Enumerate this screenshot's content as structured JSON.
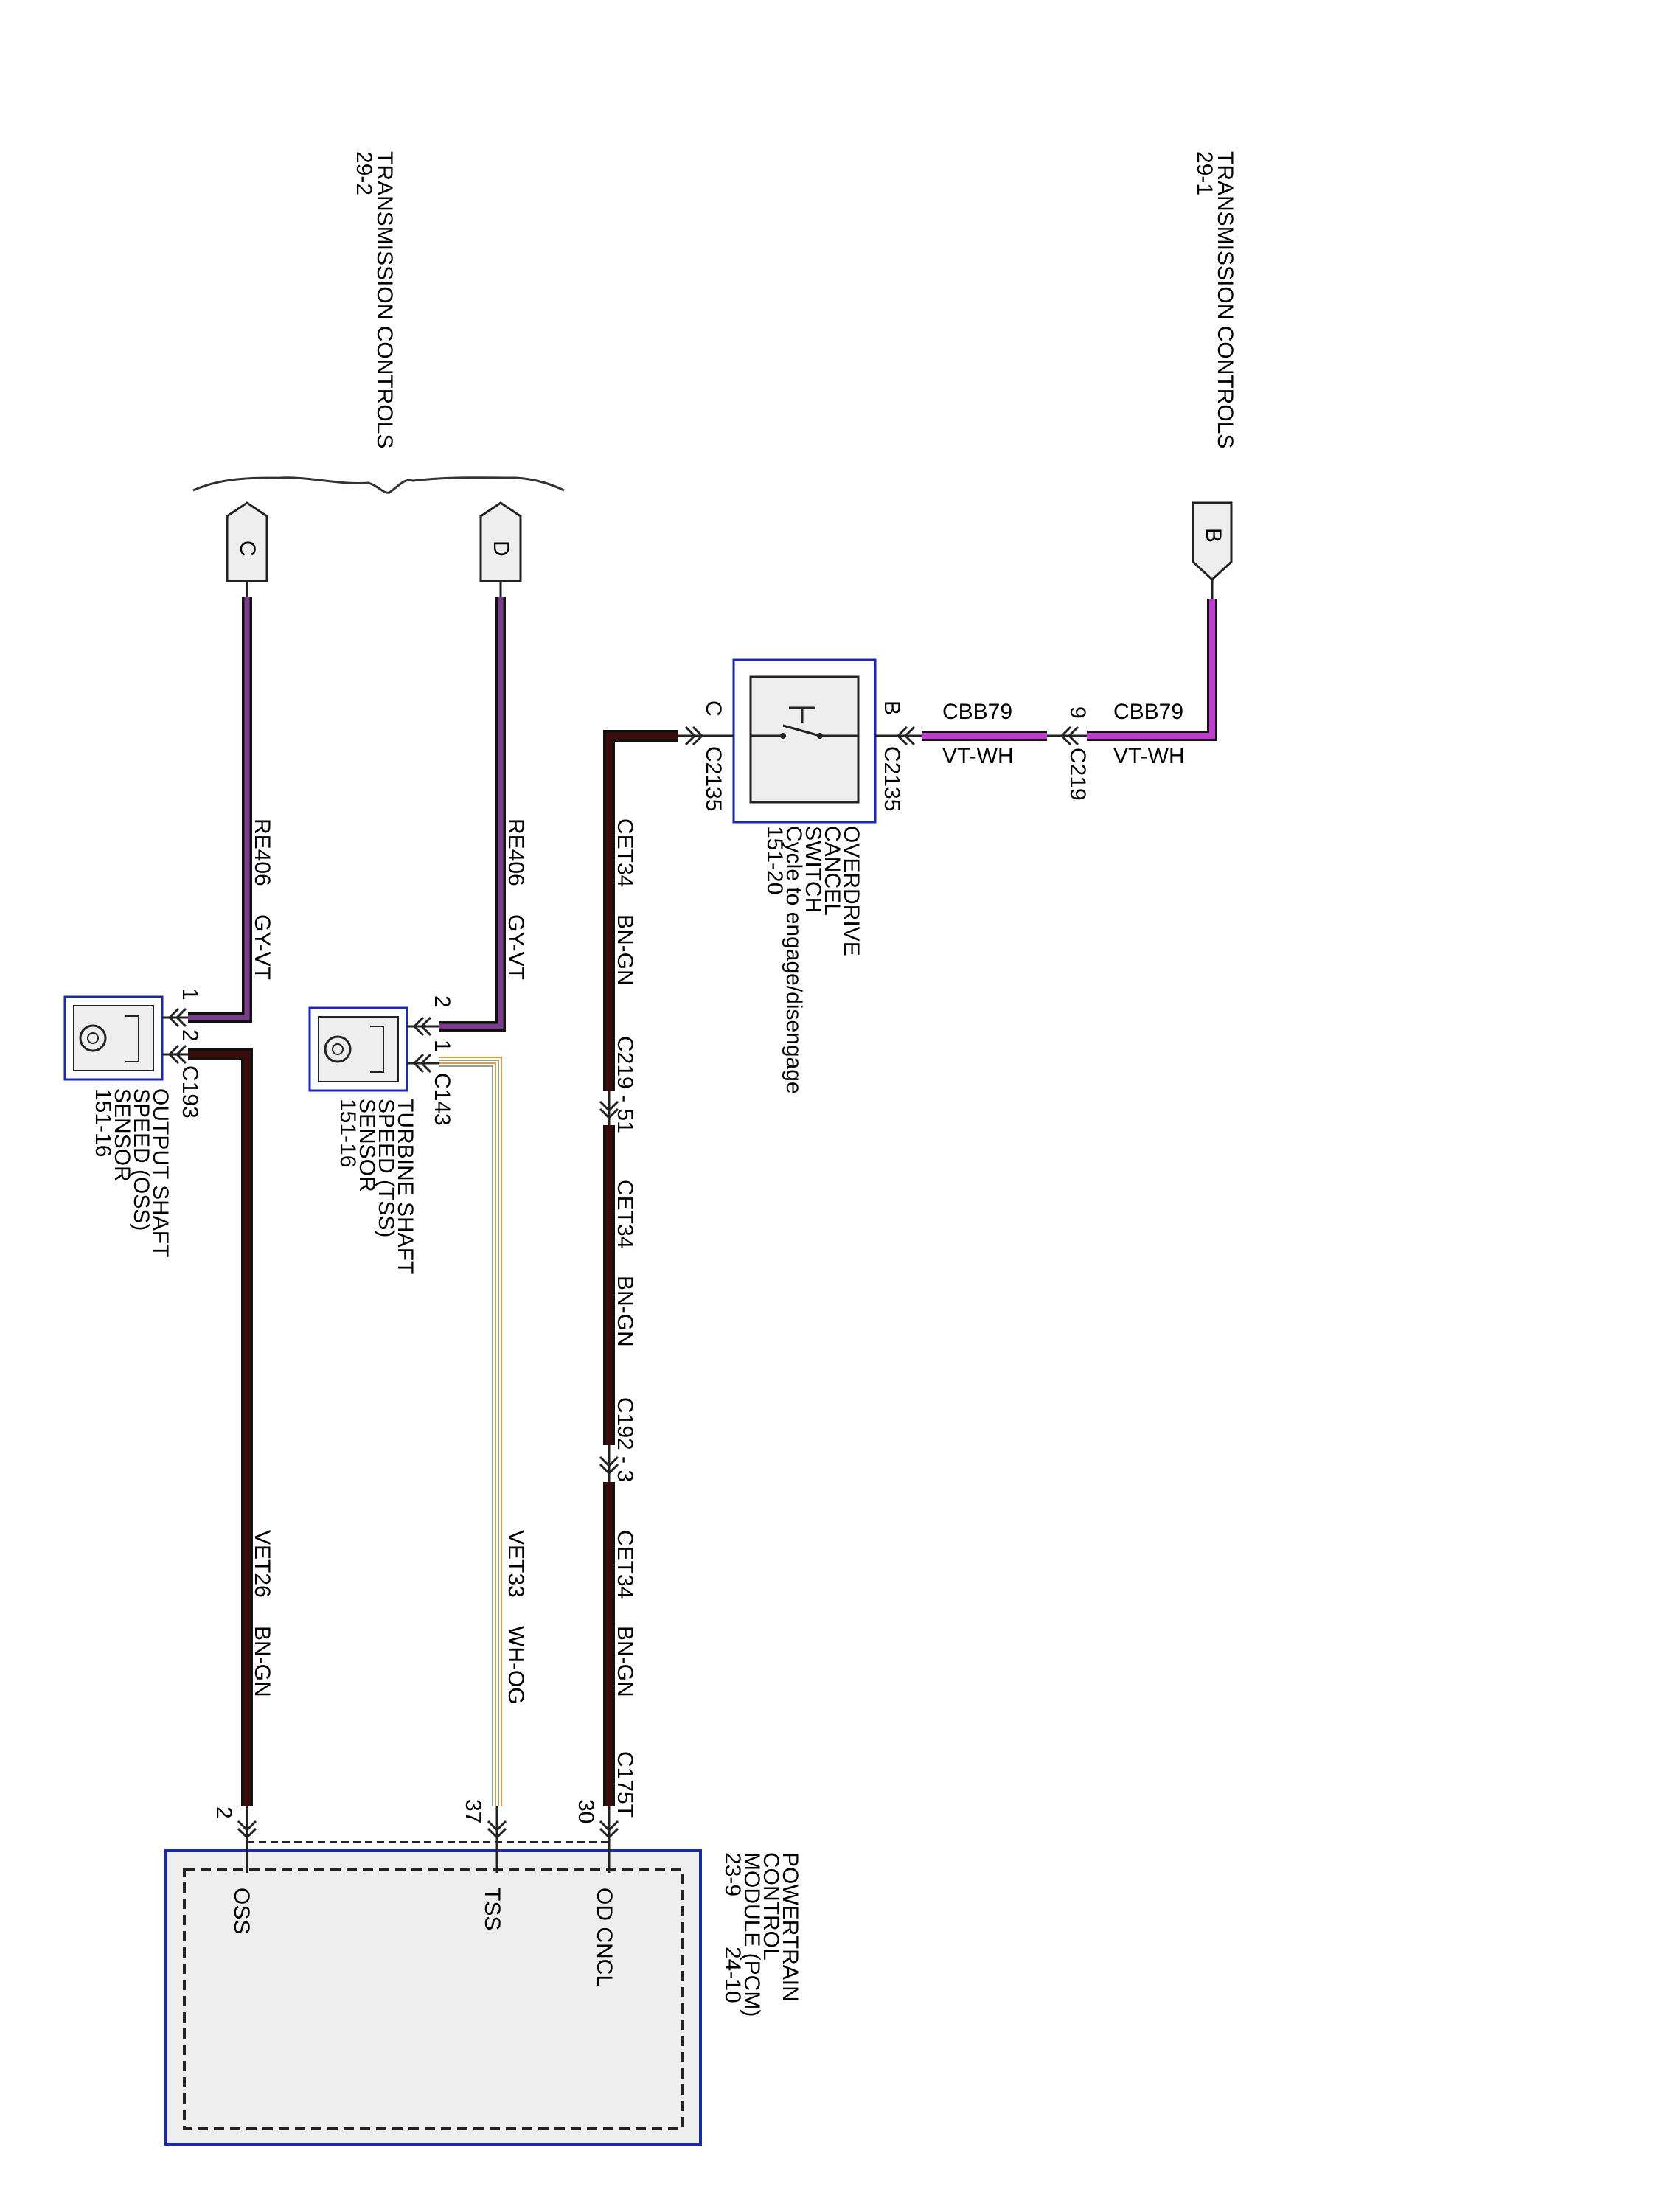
{
  "page": {
    "references": {
      "left": {
        "line1": "TRANSMISSION CONTROLS",
        "line2": "29-2"
      },
      "right": {
        "line1": "TRANSMISSION CONTROLS",
        "line2": "29-1"
      }
    }
  },
  "connectors_offpage": {
    "C": "C",
    "D": "D",
    "B": "B"
  },
  "colors": {
    "frame": "#1d2aa8",
    "module_fill": "#eeeeee",
    "brown": "#3b0d0d",
    "violet": "#c23bd0",
    "gray": "#777777",
    "orange": "#e39a3e"
  },
  "switch": {
    "name_lines": [
      "OVERDRIVE",
      "CANCEL",
      "SWITCH",
      "Cycle to engage/disengage",
      "151-20"
    ],
    "pin_b": "B",
    "pin_c": "C",
    "conn_b": "C2135",
    "conn_c": "C2135"
  },
  "wires": {
    "cbb79_upper": {
      "circuit": "CBB79",
      "color": "VT-WH"
    },
    "cbb79_lower": {
      "circuit": "CBB79",
      "color": "VT-WH"
    },
    "c219_pin": "9",
    "c219_name": "C219",
    "cet34_a": {
      "circuit": "CET34",
      "color": "BN-GN"
    },
    "cet34_b": {
      "circuit": "CET34",
      "color": "BN-GN"
    },
    "cet34_c": {
      "circuit": "CET34",
      "color": "BN-GN"
    },
    "inline_1": "C219 - 51",
    "inline_2": "C192 - 3",
    "c175t": "C175T",
    "re406_d": {
      "circuit": "RE406",
      "color": "GY-VT"
    },
    "re406_c": {
      "circuit": "RE406",
      "color": "GY-VT"
    },
    "vet33": {
      "circuit": "VET33",
      "color": "WH-OG"
    },
    "vet26": {
      "circuit": "VET26",
      "color": "BN-GN"
    }
  },
  "tss": {
    "name_lines": [
      "TURBINE SHAFT",
      "SPEED (TSS)",
      "SENSOR",
      "151-16"
    ],
    "pin2": "2",
    "pin1": "1",
    "conn": "C143"
  },
  "oss": {
    "name_lines": [
      "OUTPUT SHAFT",
      "SPEED (OSS)",
      "SENSOR",
      "151-16"
    ],
    "pin1": "1",
    "pin2": "2",
    "conn": "C193"
  },
  "pcm": {
    "name_lines": [
      "POWERTRAIN",
      "CONTROL",
      "MODULE (PCM)"
    ],
    "ref": "23-9",
    "ref2": "24-10",
    "pins": {
      "od": "30",
      "tss": "37",
      "oss": "2"
    },
    "pin_labels": {
      "od": "OD CNCL",
      "tss": "TSS",
      "oss": "OSS"
    }
  }
}
